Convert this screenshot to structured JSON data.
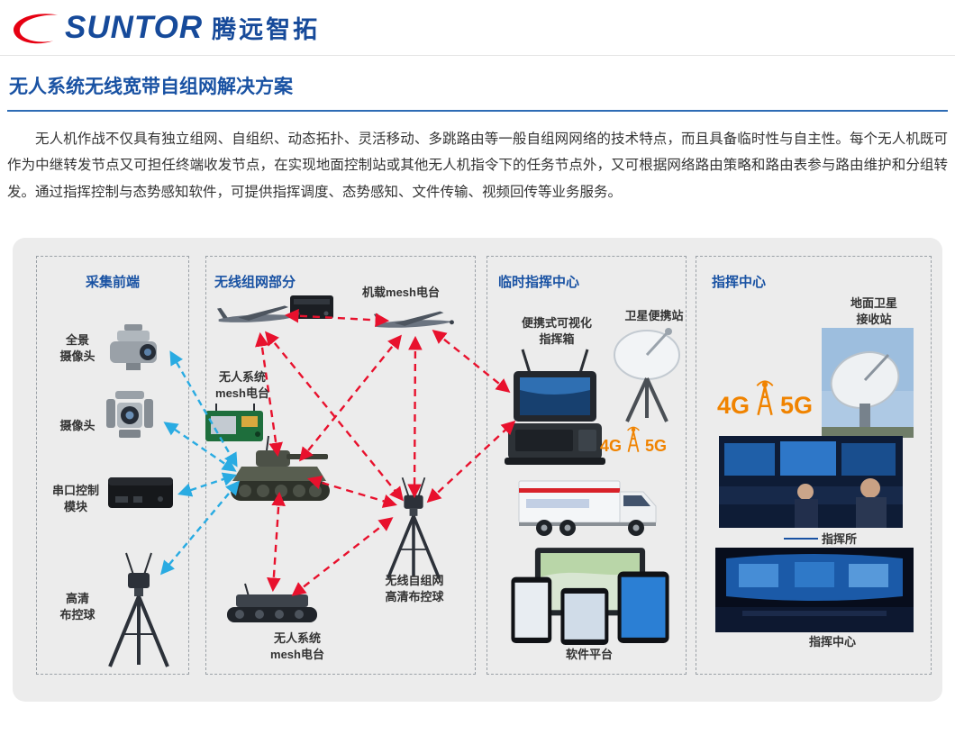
{
  "header": {
    "brand_en": "SUNTOR",
    "brand_cn": "腾远智拓"
  },
  "page": {
    "title": "无人系统无线宽带自组网解决方案",
    "intro": "无人机作战不仅具有独立组网、自组织、动态拓扑、灵活移动、多跳路由等一般自组网网络的技术特点，而且具备临时性与自主性。每个无人机既可作为中继转发节点又可担任终端收发节点，在实现地面控制站或其他无人机指令下的任务节点外，又可根据网络路由策略和路由表参与路由维护和分组转发。通过指挥控制与态势感知软件，可提供指挥调度、态势感知、文件传输、视频回传等业务服务。"
  },
  "diagram": {
    "col1": {
      "title": "采集前端",
      "item1": "全景\n摄像头",
      "item2": "摄像头",
      "item3": "串口控制\n模块",
      "item4": "高清\n布控球"
    },
    "col2": {
      "title": "无线组网部分",
      "airborne": "机载mesh电台",
      "uav_mesh": "无人系统\nmesh电台",
      "ball": "无线自组网\n高清布控球",
      "ugv_mesh": "无人系统\nmesh电台"
    },
    "col3": {
      "title": "临时指挥中心",
      "case": "便携式可视化\n指挥箱",
      "satellite": "卫星便携站",
      "g4": "4G",
      "g5": "5G",
      "software": "软件平台"
    },
    "col4": {
      "title": "指挥中心",
      "ground": "地面卫星\n接收站",
      "g4": "4G",
      "g5": "5G",
      "post": "指挥所",
      "center": "指挥中心"
    }
  },
  "colors": {
    "brand_blue": "#164a9a",
    "brand_red": "#e60012",
    "mesh_line_red": "#e8112d",
    "capture_line_blue": "#29abe2",
    "accent_orange": "#f08300",
    "panel_bg": "#ececec"
  }
}
